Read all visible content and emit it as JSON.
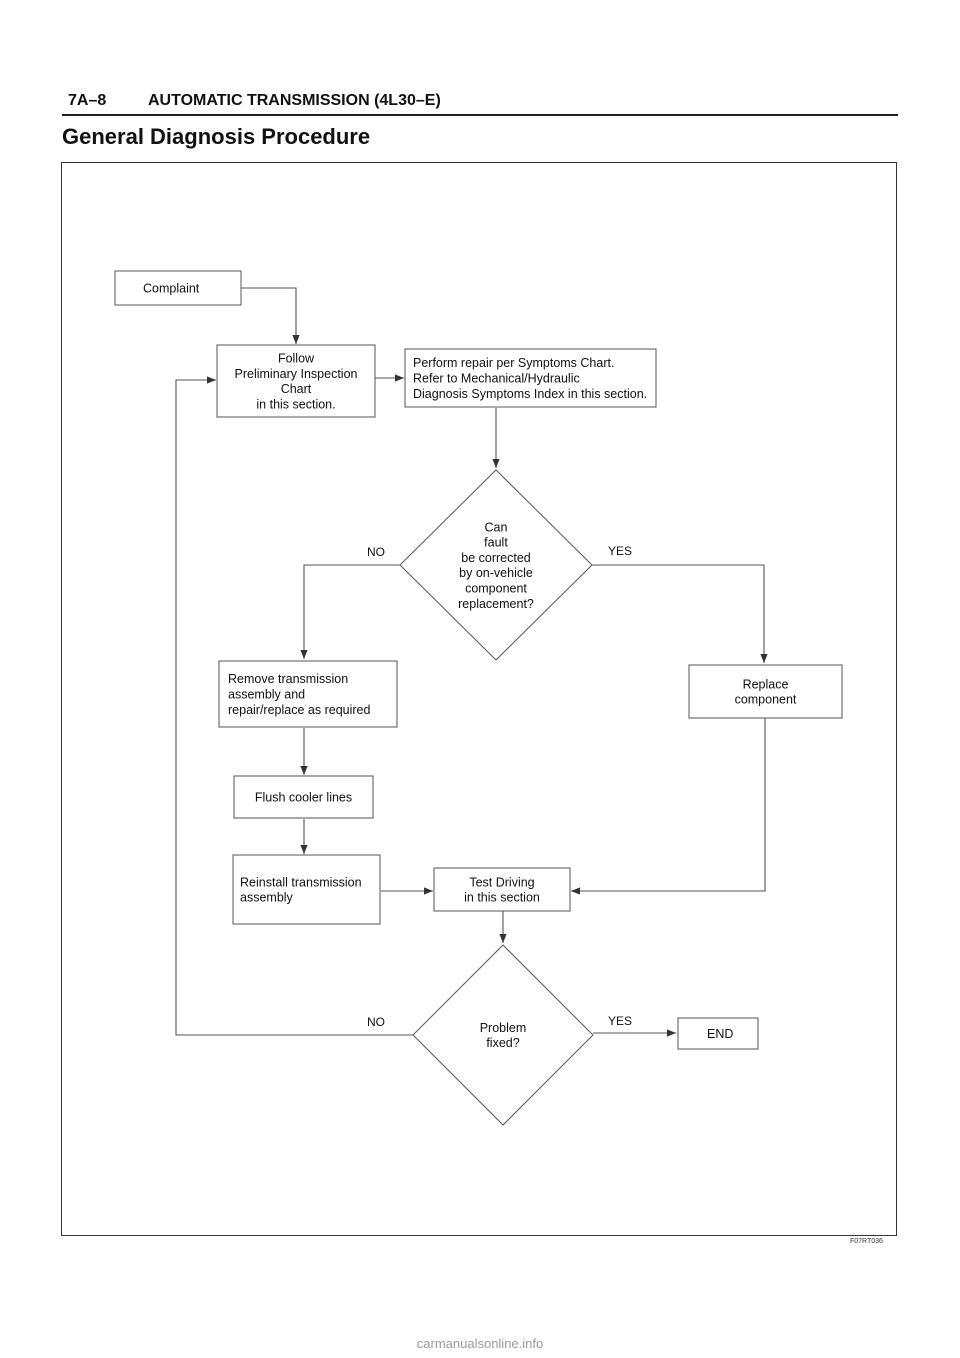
{
  "header": {
    "section_number": "7A–8",
    "section_title": "AUTOMATIC TRANSMISSION (4L30–E)"
  },
  "page_title": "General Diagnosis Procedure",
  "figure_id": "F07RT036",
  "watermark": "carmanualsonline.info",
  "colors": {
    "line": "#555555",
    "box_border": "#555555",
    "text": "#111111"
  },
  "diagram": {
    "nodes": [
      {
        "id": "complaint",
        "shape": "box",
        "lines": [
          "Complaint"
        ]
      },
      {
        "id": "preliminary",
        "shape": "box",
        "lines": [
          "Follow",
          "Preliminary Inspection",
          "Chart",
          "in this section."
        ]
      },
      {
        "id": "symptoms",
        "shape": "box",
        "lines": [
          "Perform repair per Symptoms Chart.",
          "Refer to Mechanical/Hydraulic",
          "Diagnosis Symptoms Index in this section."
        ]
      },
      {
        "id": "can-fault",
        "shape": "diamond",
        "lines": [
          "Can",
          "fault",
          "be corrected",
          "by on-vehicle",
          "component",
          "replacement?"
        ]
      },
      {
        "id": "remove",
        "shape": "box",
        "lines": [
          "Remove transmission",
          "assembly and",
          "repair/replace as required"
        ]
      },
      {
        "id": "replace",
        "shape": "box",
        "lines": [
          "Replace",
          "component"
        ]
      },
      {
        "id": "flush",
        "shape": "box",
        "lines": [
          "Flush cooler lines"
        ]
      },
      {
        "id": "reinstall",
        "shape": "box",
        "lines": [
          "Reinstall transmission",
          "assembly"
        ]
      },
      {
        "id": "test-driving",
        "shape": "box",
        "lines": [
          "Test Driving",
          "in this section"
        ]
      },
      {
        "id": "problem-fixed",
        "shape": "diamond",
        "lines": [
          "Problem",
          "fixed?"
        ]
      },
      {
        "id": "end",
        "shape": "box",
        "lines": [
          "END"
        ]
      }
    ],
    "edges": [
      {
        "from": "complaint",
        "to": "preliminary",
        "label": ""
      },
      {
        "from": "preliminary",
        "to": "symptoms",
        "label": ""
      },
      {
        "from": "symptoms",
        "to": "can-fault",
        "label": ""
      },
      {
        "from": "can-fault",
        "to": "remove",
        "label": "NO"
      },
      {
        "from": "can-fault",
        "to": "replace",
        "label": "YES"
      },
      {
        "from": "remove",
        "to": "flush",
        "label": ""
      },
      {
        "from": "flush",
        "to": "reinstall",
        "label": ""
      },
      {
        "from": "reinstall",
        "to": "test-driving",
        "label": ""
      },
      {
        "from": "replace",
        "to": "test-driving",
        "label": ""
      },
      {
        "from": "test-driving",
        "to": "problem-fixed",
        "label": ""
      },
      {
        "from": "problem-fixed",
        "to": "end",
        "label": "YES"
      },
      {
        "from": "problem-fixed",
        "to": "preliminary",
        "label": "NO"
      }
    ]
  }
}
